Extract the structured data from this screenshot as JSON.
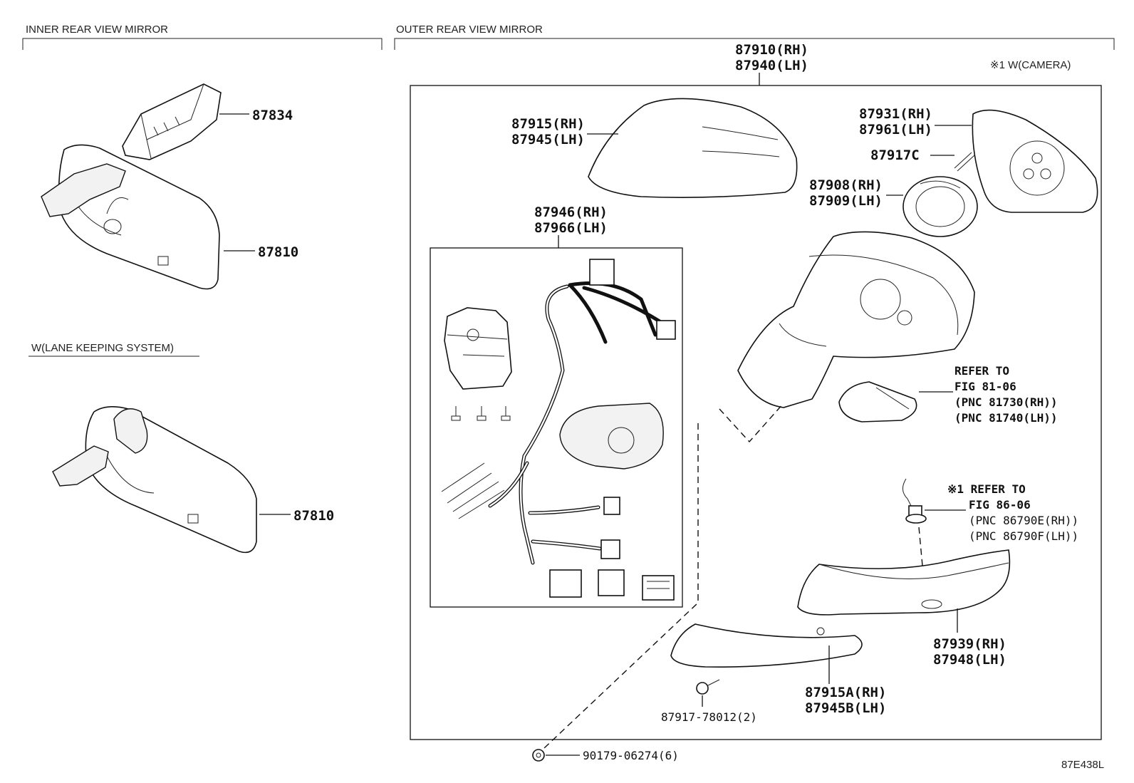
{
  "sections": {
    "inner": "INNER REAR VIEW MIRROR",
    "outer": "OUTER REAR VIEW MIRROR",
    "lane": "W(LANE KEEPING SYSTEM)",
    "camera": "※1 W(CAMERA)"
  },
  "parts": {
    "p87834": "87834",
    "p87810a": "87810",
    "p87810b": "87810",
    "asm": [
      "87910(RH)",
      "87940(LH)"
    ],
    "cover": [
      "87915(RH)",
      "87945(LH)"
    ],
    "harness": [
      "87946(RH)",
      "87966(LH)"
    ],
    "glass": [
      "87931(RH)",
      "87961(LH)"
    ],
    "screw": "87917C",
    "actuator": [
      "87908(RH)",
      "87909(LH)"
    ],
    "turn_ref": [
      "REFER TO",
      "FIG 81-06",
      "(PNC 81730(RH))",
      "(PNC 81740(LH))"
    ],
    "cam_ref": [
      "※1 REFER TO",
      "FIG 86-06",
      "(PNC 86790E(RH))",
      "(PNC 86790F(LH))"
    ],
    "lower_cover": [
      "87939(RH)",
      "87948(LH)"
    ],
    "garnish": [
      "87915A(RH)",
      "87945B(LH)"
    ],
    "bolt": "87917-78012(2)",
    "clip": "90179-06274(6)"
  },
  "figure_id": "87E438L"
}
